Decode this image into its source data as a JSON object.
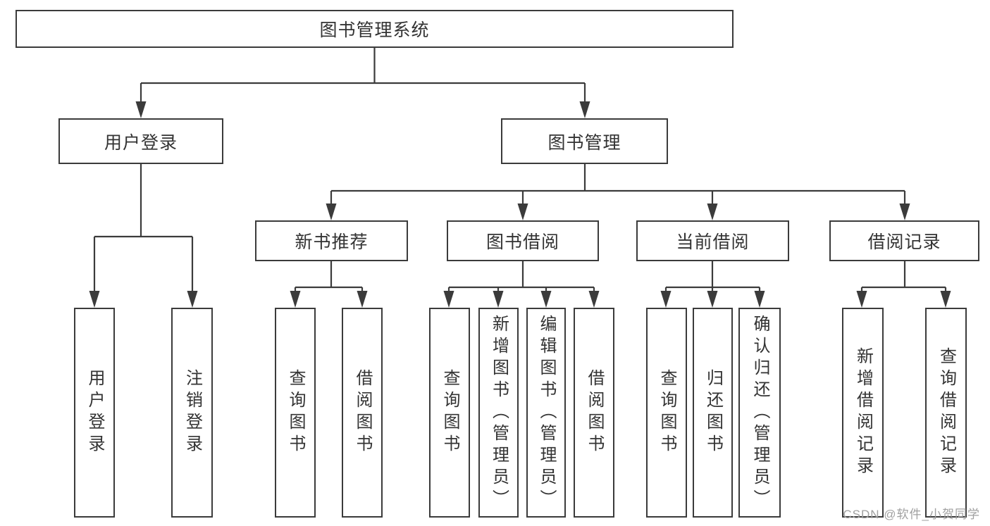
{
  "tree": {
    "root": "图书管理系统",
    "branches": [
      {
        "label": "用户登录",
        "children": [
          "用户登录",
          "注销登录"
        ]
      },
      {
        "label": "图书管理",
        "children": [
          {
            "label": "新书推荐",
            "children": [
              "查询图书",
              "借阅图书"
            ]
          },
          {
            "label": "图书借阅",
            "children": [
              "查询图书",
              "新增图书（管理员）",
              "编辑图书（管理员）",
              "借阅图书"
            ]
          },
          {
            "label": "当前借阅",
            "children": [
              "查询图书",
              "归还图书",
              "确认归还（管理员）"
            ]
          },
          {
            "label": "借阅记录",
            "children": [
              "新增借阅记录",
              "查询借阅记录"
            ]
          }
        ]
      }
    ]
  },
  "watermark": "CSDN @软件_小贺同学",
  "colors": {
    "line": "#3b3b3b",
    "text": "#333333",
    "watermark_gray": "#a0a0a0"
  }
}
